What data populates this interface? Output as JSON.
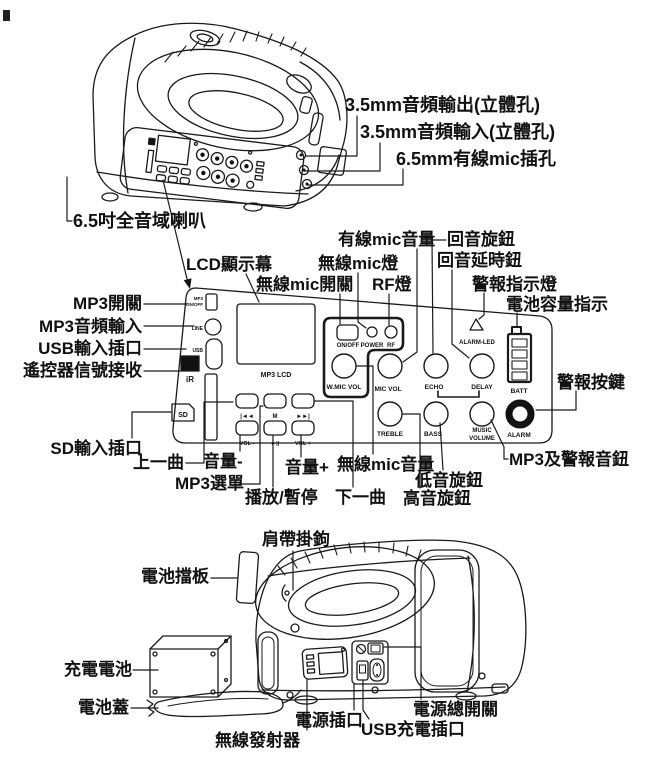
{
  "top": {
    "audio_out": "3.5mm音頻輸出(立體孔)",
    "audio_in": "3.5mm音頻輸入(立體孔)",
    "wired_mic_jack": "6.5mm有線mic插孔",
    "speaker": "6.5吋全音域喇叭"
  },
  "panel": {
    "lcd": "LCD顯示幕",
    "wired_mic_volume": "有線mic音量",
    "echo_knob": "回音旋鈕",
    "wireless_mic_led": "無線mic燈",
    "echo_delay_knob": "回音延時鈕",
    "wireless_mic_switch": "無線mic開關",
    "rf_led": "RF燈",
    "alarm_led": "警報指示燈",
    "battery_level": "電池容量指示",
    "mp3_switch": "MP3開關",
    "mp3_audio_input": "MP3音頻輸入",
    "usb_input": "USB輸入插口",
    "remote_receiver": "遙控器信號接收",
    "sd_input": "SD輸入插口",
    "alarm_button": "警報按鍵",
    "mp3_alarm_volume": "MP3及警報音鈕",
    "prev_track": "上一曲",
    "volume_minus": "音量-",
    "mp3_menu": "MP3選單",
    "volume_plus": "音量+",
    "play_pause": "播放/暫停",
    "next_track": "下一曲",
    "wireless_mic_volume": "無線mic音量",
    "bass_knob": "低音旋鈕",
    "treble_knob": "高音旋鈕"
  },
  "printed": {
    "mp3_line1": "MP3",
    "mp3_line2": "ON/OFF",
    "line": "LINE",
    "usb": "USB",
    "ir": "iR",
    "sd": "SD",
    "mp3_lcd": "MP3 LCD",
    "onoff": "ON/OFF",
    "power": "POWER",
    "rf": "RF",
    "wmic_vol": "W.MIC VOL",
    "mic_vol": "MIC VOL",
    "echo": "ECHO",
    "delay": "DELAY",
    "alarm_led": "ALARM-LED",
    "batt": "BATT",
    "treble": "TREBLE",
    "bass": "BASS",
    "music": "MUSIC",
    "volume": "VOLUME",
    "alarm": "ALARM",
    "icon_prev": "|◄◄",
    "icon_menu": "M",
    "icon_next": "►►|",
    "icon_vol_minus": "VOL -",
    "icon_play": "►||",
    "icon_vol_plus": "VOL +"
  },
  "bottom": {
    "strap_hook": "肩帶掛鉤",
    "battery_baffle": "電池擋板",
    "rechargeable_battery": "充電電池",
    "battery_cover": "電池蓋",
    "wireless_transmitter": "無線發射器",
    "power_socket": "電源插口",
    "usb_charging": "USB充電插口",
    "main_power_switch": "電源總開關"
  }
}
